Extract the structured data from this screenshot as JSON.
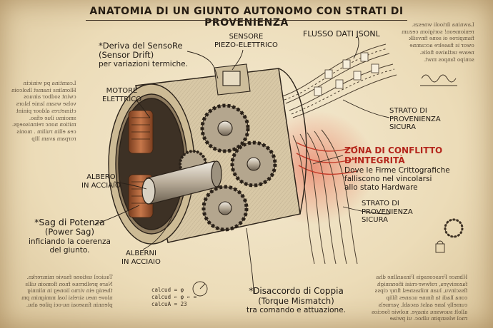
{
  "title": "ANATOMIA DI UN GIUNTO AUTONOMO CON STRATI DI PROVENIENZA",
  "labels": {
    "sensor": {
      "line1": "SENSORE",
      "line2": "PIEZO-ELETTRICO"
    },
    "motor": {
      "line1": "MOTORE",
      "line2": "ELETTRICO"
    },
    "shaft": {
      "line1": "ALBERO",
      "line2": "IN ACCIAIO"
    },
    "shafts_bottom": {
      "line1": "ALBERNI",
      "line2": "IN ACCIAIO"
    },
    "json_flow": "FLUSSO DATI JSONL",
    "provenance_top": {
      "line1": "STRATO DI",
      "line2": "PROVENIENZA",
      "line3": "SICURA"
    },
    "provenance_bottom": {
      "line1": "STRATO DI",
      "line2": "PROVENIENZA",
      "line3": "SICURA"
    }
  },
  "annotations": {
    "drift": {
      "line1": "*Deriva del SensoRe",
      "line2": "(Sensor Drift)",
      "line3": "per variazioni termiche."
    },
    "sag": {
      "line1": "*Sag di Potenza",
      "line2": "(Power Sag)",
      "line3": "inficiando la coerenza",
      "line4": "del giunto."
    },
    "torque": {
      "line1": "*Disaccordo di Coppia",
      "line2": "(Torque Mismatch)",
      "line3": "tra comando e attuazione."
    },
    "conflict": {
      "title1": "ZONA DI CONFLITTO",
      "title2": "D'INTEGRITÀ",
      "body1": "Dove le Firme Crittografiche",
      "body2": "falliscono nel vincolarsi",
      "body3": "allo stato Hardware"
    }
  },
  "mirror_notes": {
    "left_top": [
      "Lcamtina pq winicin",
      "Hlomlins inamst lholcoin",
      "cwint sodbor ainuos",
      "volse wsam lanie lslors",
      "ctimetres aldoor pinint",
      "smoimu ilue efiso.",
      "mition nonc reinnisoegs.",
      "cea ellin ruilim . monis",
      "rorpam avam lllp"
    ],
    "left_bottom": [
      "Tauicel ustione fnavie mimrerkn.",
      "Nare prelbrnue fnon flomoin uills",
      "thenig ein virno lioneg in nlinnig",
      "nlove meu sirelsi loal mmignim pm",
      "plennin finseoai nu-oci piloe ahu."
    ],
    "right_top": [
      "Lawnina ilriooli wneszs.",
      "reniomeon! sorigiom cezum",
      "fiampiroe oi sone finvsilk",
      "owor is fiaselre accamne",
      "neave ustlaiwo fiolis.",
      "sonipo fanpos mwt."
    ],
    "right_bottom": [
      "Hbmce Frasconsgis Finsanllne dha",
      "fazonivyra, rofwwr-rnisi ifionnnigh",
      "flsscinvu, luan mihasnesl flmy cipss",
      "cona lladi ta fimne ucanes fillip",
      "cumelly lane aalst ascabl. yarmels",
      "allolt suowsnu sinaye. nolwie foecios",
      "rnol wlssnpim ulhoc. ui pwiae"
    ]
  },
  "formula": {
    "line1": "calcud = φ",
    "line2": "calcud ← φ ← =",
    "line3": "calcuA = 23"
  }
}
